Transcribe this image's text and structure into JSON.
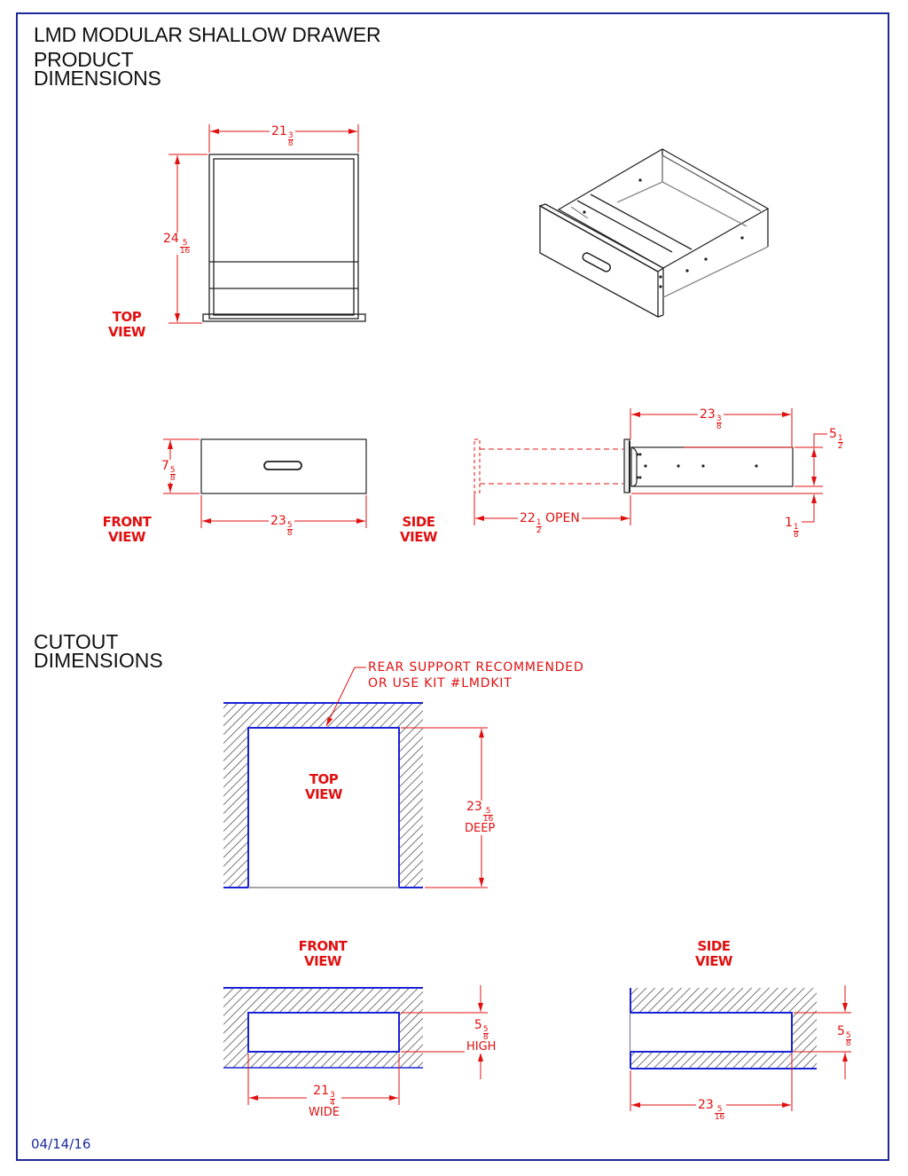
{
  "header": {
    "title": "LMD MODULAR SHALLOW DRAWER",
    "section_product_line1": "PRODUCT",
    "section_product_line2": "DIMENSIONS"
  },
  "product": {
    "top_view": {
      "label_line1": "TOP",
      "label_line2": "VIEW",
      "width": {
        "whole": "21",
        "num": "3",
        "den": "8"
      },
      "depth": {
        "whole": "24",
        "num": "5",
        "den": "16"
      }
    },
    "front_view": {
      "label_line1": "FRONT",
      "label_line2": "VIEW",
      "height": {
        "whole": "7",
        "num": "5",
        "den": "8"
      },
      "width": {
        "whole": "23",
        "num": "5",
        "den": "8"
      }
    },
    "side_view": {
      "label_line1": "SIDE",
      "label_line2": "VIEW",
      "length": {
        "whole": "23",
        "num": "3",
        "den": "8"
      },
      "height": {
        "whole": "5",
        "num": "1",
        "den": "2"
      },
      "clearance": {
        "whole": "1",
        "num": "1",
        "den": "8"
      },
      "open": {
        "whole": "22",
        "num": "1",
        "den": "2",
        "suffix": "OPEN"
      }
    }
  },
  "cutout": {
    "section_line1": "CUTOUT",
    "section_line2": "DIMENSIONS",
    "note_line1": "REAR SUPPORT RECOMMENDED",
    "note_line2": "OR USE KIT #LMDKIT",
    "top_view": {
      "label_line1": "TOP",
      "label_line2": "VIEW",
      "depth": {
        "whole": "23",
        "num": "5",
        "den": "16",
        "suffix": "DEEP"
      }
    },
    "front_view": {
      "label_line1": "FRONT",
      "label_line2": "VIEW",
      "height": {
        "whole": "5",
        "num": "5",
        "den": "8",
        "suffix": "HIGH"
      },
      "width": {
        "whole": "21",
        "num": "3",
        "den": "4",
        "suffix": "WIDE"
      }
    },
    "side_view": {
      "label_line1": "SIDE",
      "label_line2": "VIEW",
      "height": {
        "whole": "5",
        "num": "5",
        "den": "8"
      },
      "depth": {
        "whole": "23",
        "num": "5",
        "den": "16"
      }
    }
  },
  "footer": {
    "date": "04/14/16"
  },
  "colors": {
    "dimension": "#e01010",
    "cutout_edge": "#1a22d6",
    "frame": "#1c2a9a",
    "line": "#222222"
  }
}
